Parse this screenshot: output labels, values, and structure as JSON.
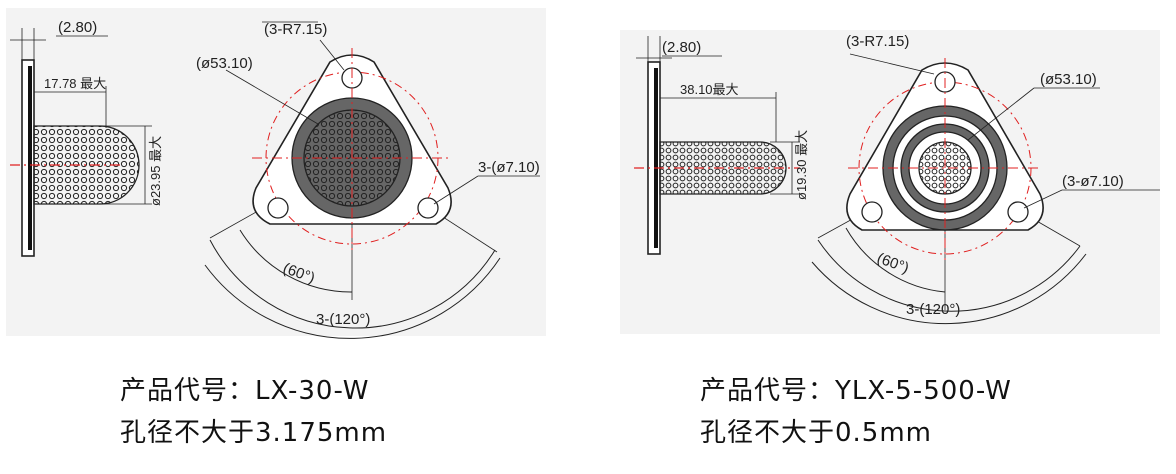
{
  "left": {
    "dims": {
      "thickness": "(2.80)",
      "length": "17.78 最大",
      "tube_dia": "ø23.95 最大",
      "bolt_circle": "(ø53.10)",
      "corner_radius": "(3-R7.15)",
      "holes": "3-(ø7.10)",
      "angle60": "(60°)",
      "angle120": "3-(120°)"
    },
    "caption_code": "产品代号：LX-30-W",
    "caption_hole": "孔径不大于3.175mm"
  },
  "right": {
    "dims": {
      "thickness": "(2.80)",
      "length": "38.10最大",
      "tube_dia": "ø19.30 最大",
      "bolt_circle": "(ø53.10)",
      "corner_radius": "(3-R7.15)",
      "holes": "(3-ø7.10)",
      "angle60": "(60°)",
      "angle120": "3-(120°)"
    },
    "caption_code": "产品代号：YLX-5-500-W",
    "caption_hole": "孔径不大于0.5mm"
  },
  "colors": {
    "line": "#222222",
    "center": "#e02020",
    "ring": "#666666",
    "panel": "#f2f2f2"
  }
}
